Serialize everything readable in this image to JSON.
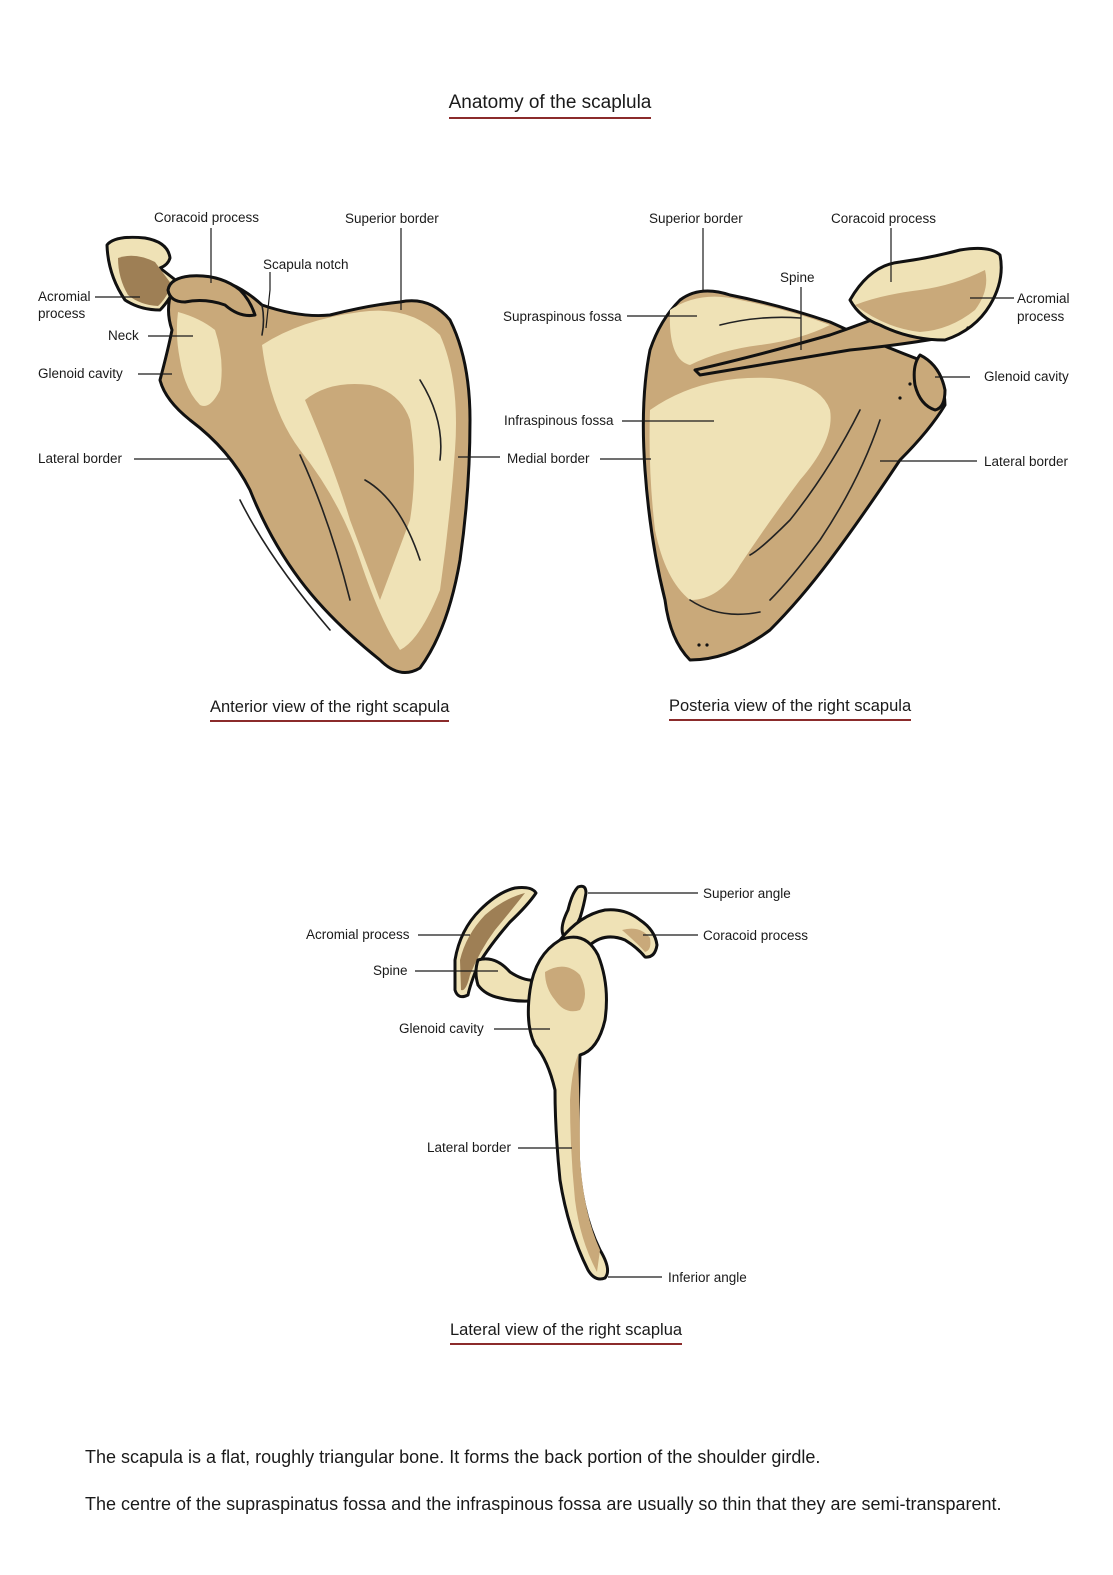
{
  "title": "Anatomy of the scaplula",
  "colors": {
    "bone_light": "#efe2b6",
    "bone_mid": "#c9a97a",
    "bone_dark": "#9e7f55",
    "outline": "#111111",
    "underline": "#8b2b2b"
  },
  "anterior": {
    "caption": "Anterior view of the right scapula",
    "labels": {
      "coracoid": "Coracoid process",
      "superior_border": "Superior border",
      "scapula_notch": "Scapula notch",
      "acromial_1": "Acromial",
      "acromial_2": "process",
      "neck": "Neck",
      "glenoid": "Glenoid cavity",
      "lateral_border": "Lateral border"
    }
  },
  "posterior": {
    "caption": "Posteria view of the right scapula",
    "labels": {
      "superior_border": "Superior border",
      "coracoid": "Coracoid process",
      "spine": "Spine",
      "supraspinous": "Supraspinous fossa",
      "acromial_1": "Acromial",
      "acromial_2": "process",
      "glenoid": "Glenoid cavity",
      "infraspinous": "Infraspinous fossa",
      "medial_border": "Medial border",
      "lateral_border": "Lateral border"
    }
  },
  "lateral": {
    "caption": "Lateral view of the right scaplua",
    "labels": {
      "superior_angle": "Superior angle",
      "acromial": "Acromial process",
      "coracoid": "Coracoid process",
      "spine": "Spine",
      "glenoid": "Glenoid cavity",
      "lateral_border": "Lateral border",
      "inferior_angle": "Inferior angle"
    }
  },
  "notes": [
    "The scapula is a flat, roughly triangular bone.  It forms the back portion of the shoulder girdle.",
    "The centre of the supraspinatus fossa and the infraspinous fossa are usually so thin that they are semi-transparent."
  ]
}
